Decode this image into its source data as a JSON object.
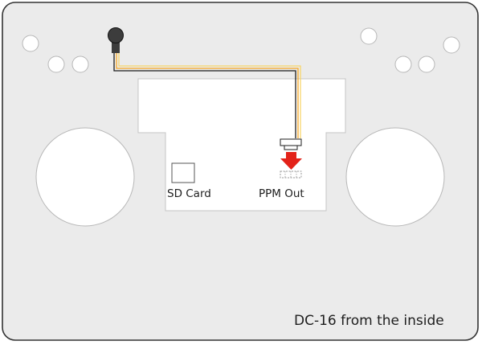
{
  "caption": "DC-16 from the inside",
  "board": {
    "sd_card_label": "SD Card",
    "ppm_out_label": "PPM Out"
  },
  "colors": {
    "case_fill": "#ebebeb",
    "case_stroke": "#333333",
    "board_fill": "#ffffff",
    "arrow": "#e32219",
    "wire_black": "#1c1c1c",
    "wire_orange": "#f6a623",
    "wire_yellow": "#f7d56a"
  },
  "icons": {
    "connector_plug": "white-connector-plug",
    "connector_socket": "dotted-pin-header",
    "down_arrow": "red-down-arrow",
    "jack": "dark-round-jack"
  }
}
